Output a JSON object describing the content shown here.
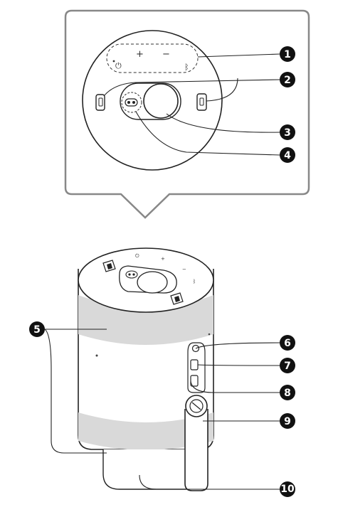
{
  "figure": {
    "top_panel": {
      "buttons": [
        {
          "name": "power-icon",
          "symbol": "⏻"
        },
        {
          "name": "plus-icon",
          "symbol": "+"
        },
        {
          "name": "minus-icon",
          "symbol": "−"
        },
        {
          "name": "bluetooth-icon",
          "symbol": "ᛒ"
        }
      ]
    },
    "callouts": [
      "1",
      "2",
      "3",
      "4",
      "5",
      "6",
      "7",
      "8",
      "9",
      "10"
    ],
    "colors": {
      "line": "#222222",
      "band": "#d9d9d9",
      "marker": "#111111",
      "frame": "#888888"
    }
  }
}
